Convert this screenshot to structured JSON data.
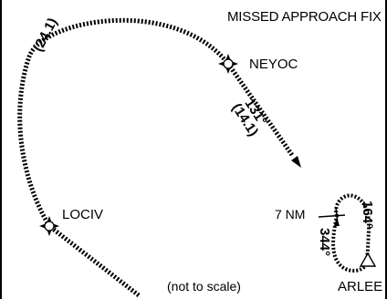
{
  "diagram": {
    "title": "MISSED APPROACH FIX",
    "scale_note": "(not to scale)",
    "fixes": {
      "neyoc": "NEYOC",
      "lociv": "LOCIV",
      "arlee": "ARLEE"
    },
    "legs": {
      "arc_distance": "(24.1)",
      "outbound_course": "131°",
      "outbound_distance": "(14.1)",
      "hold_inbound_course": "344°",
      "hold_outbound_course": "164°",
      "hold_leg_length": "7 NM"
    }
  }
}
